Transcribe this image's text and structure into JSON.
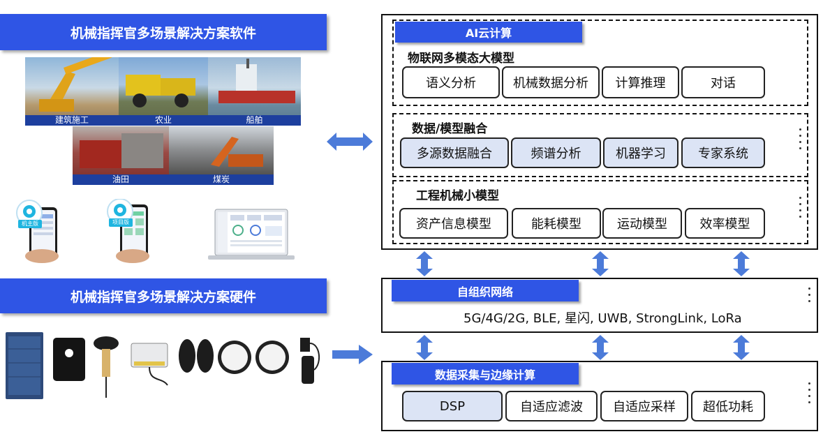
{
  "software_banner": "机械指挥官多场景解决方案软件",
  "hardware_banner": "机械指挥官多场景解决方案硬件",
  "scenes": [
    "建筑施工",
    "农业",
    "船舶",
    "油田",
    "煤炭"
  ],
  "app_badges": [
    "机主版",
    "项目版"
  ],
  "ai_cloud": {
    "tag": "AI云计算",
    "iot_model": {
      "title": "物联网多模态大模型",
      "items": [
        "语义分析",
        "机械数据分析",
        "计算推理",
        "对话"
      ]
    },
    "fusion": {
      "title": "数据/模型融合",
      "items": [
        "多源数据融合",
        "频谱分析",
        "机器学习",
        "专家系统"
      ]
    },
    "small_model": {
      "title": "工程机械小模型",
      "items": [
        "资产信息模型",
        "能耗模型",
        "运动模型",
        "效率模型"
      ]
    }
  },
  "network": {
    "tag": "自组织网络",
    "protocols": "5G/4G/2G, BLE, 星闪, UWB, StrongLink, LoRa"
  },
  "edge": {
    "tag": "数据采集与边缘计算",
    "items": [
      "DSP",
      "自适应滤波",
      "自适应采样",
      "超低功耗"
    ]
  },
  "colors": {
    "accent": "#2F55E5",
    "pill_fill": "#DCE4F5",
    "arrow": "#4C7BD9"
  }
}
